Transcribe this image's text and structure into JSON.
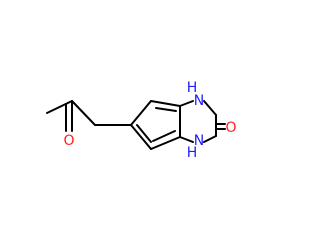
{
  "molecule": {
    "atoms": {
      "nh_top": "H",
      "n_top": "N",
      "nh_bottom": "H",
      "n_bottom": "N",
      "o_carbonyl_ring": "O",
      "o_ketone": "O"
    }
  },
  "colors": {
    "bond": "#000000",
    "nitrogen": "#1f1fff",
    "oxygen": "#ff1f1f",
    "background": "#ffffff"
  }
}
